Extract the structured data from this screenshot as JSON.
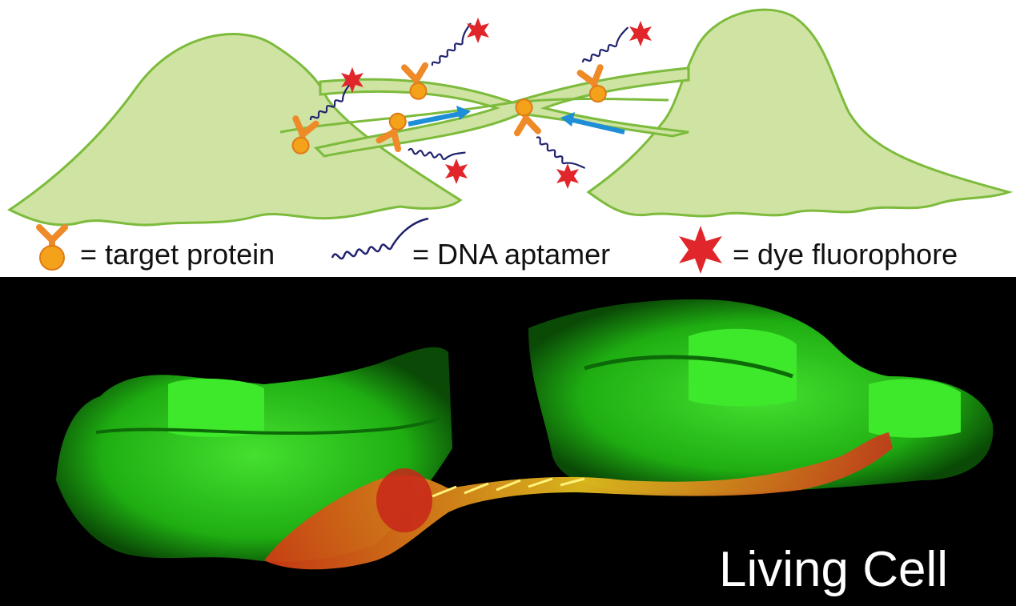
{
  "legend": {
    "target_protein": "= target protein",
    "dna_aptamer": "= DNA aptamer",
    "dye_fluorophore": "= dye fluorophore"
  },
  "caption": "Living Cell",
  "colors": {
    "cell_fill": "#cfe3a3",
    "cell_outline": "#7dbb3c",
    "protein": "#ee8a28",
    "protein_core": "#f3a21a",
    "aptamer": "#20226e",
    "fluorophore": "#e0262b",
    "arrow": "#1e8fd6",
    "micrograph_bg": "#000000",
    "micrograph_green": "#2cd11a",
    "micrograph_red": "#e8321a"
  },
  "icons": [
    "target-protein-icon",
    "dna-aptamer-icon",
    "dye-fluorophore-icon",
    "transport-arrow-icon"
  ]
}
